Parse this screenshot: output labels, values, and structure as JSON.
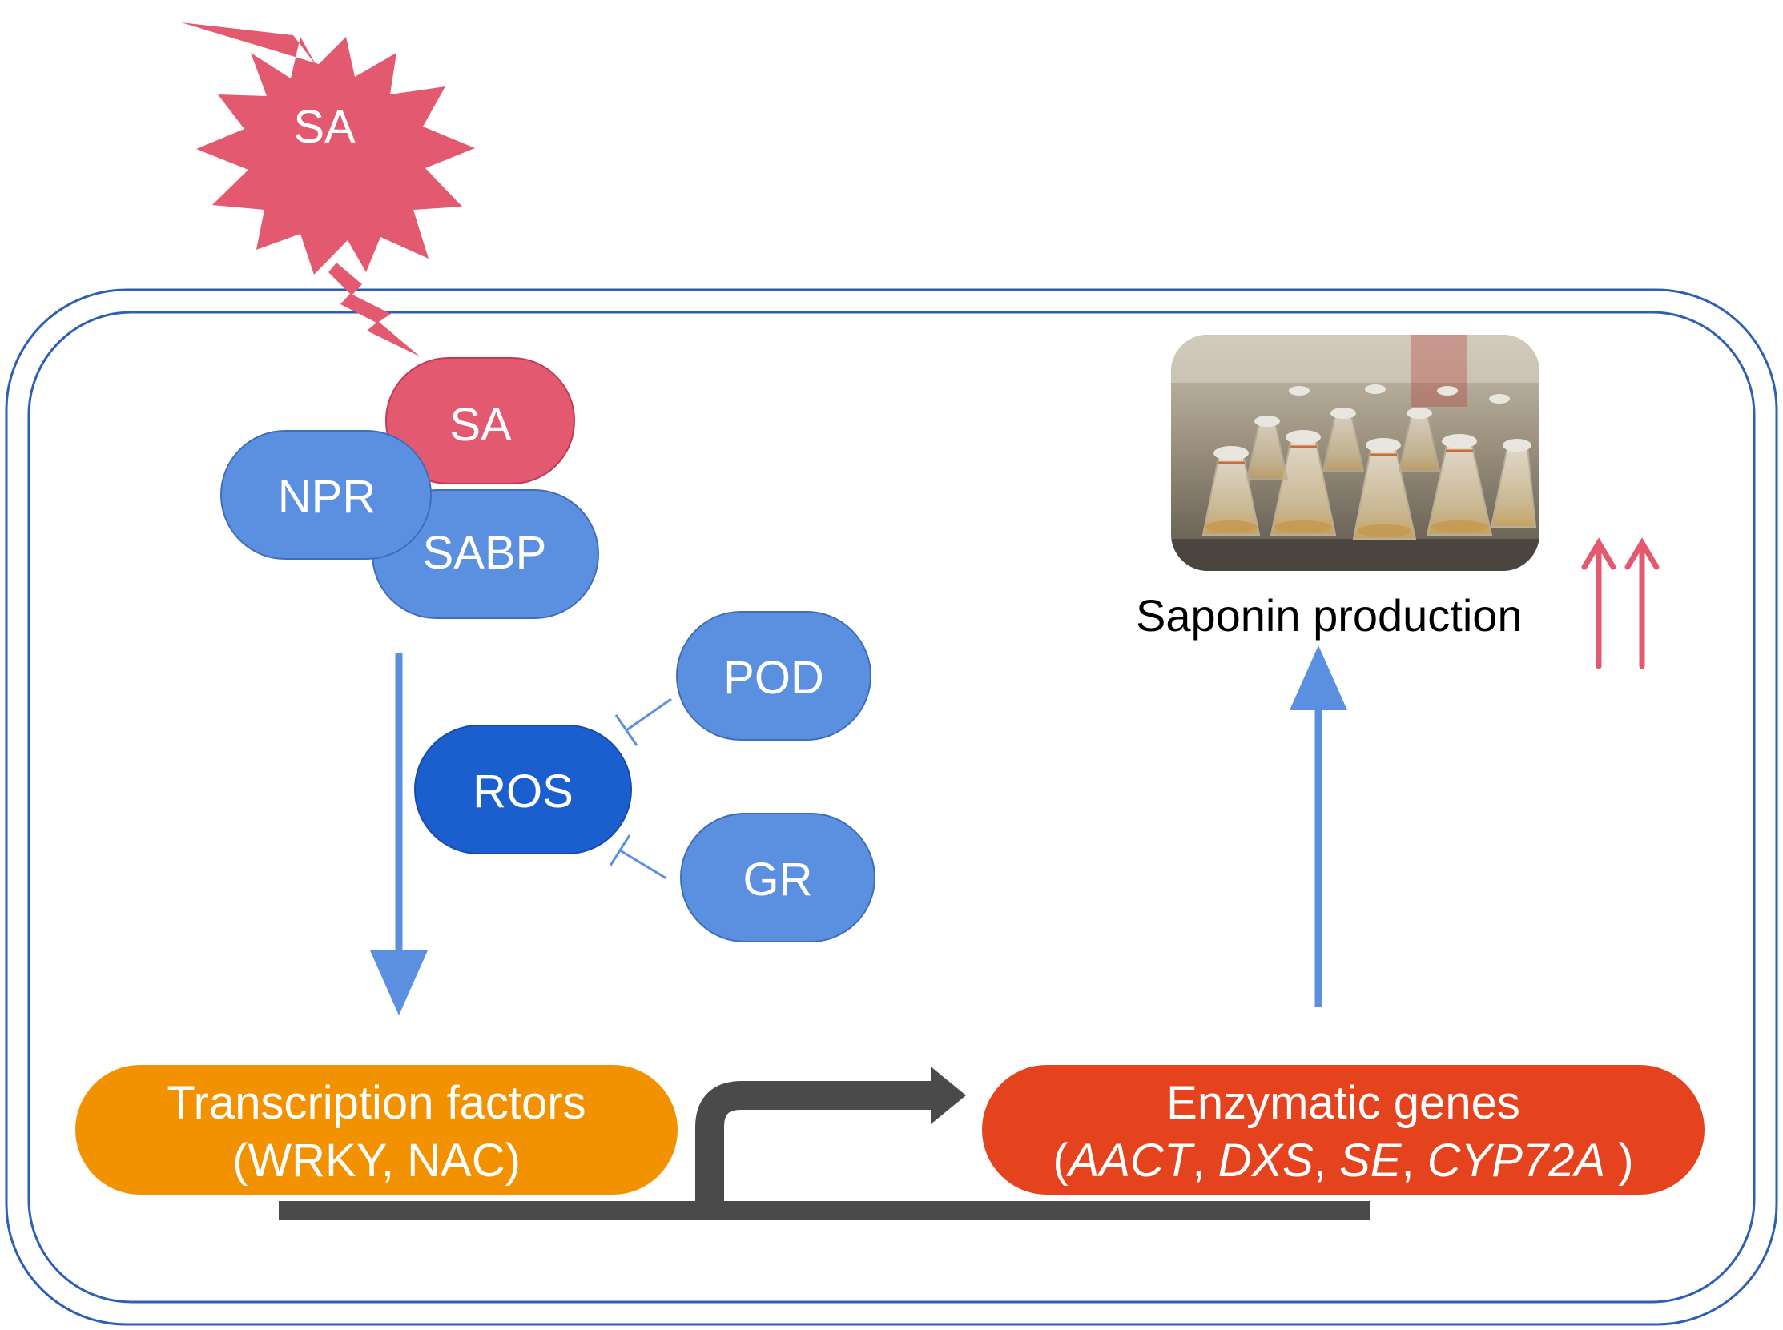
{
  "colors": {
    "membrane": "#2d5fb5",
    "sa_red": "#e35a70",
    "blue_node": "#5b8fdf",
    "ros_blue": "#1b5fcf",
    "orange": "#f39200",
    "red_orange": "#e5421e",
    "gray": "#4a4a4a",
    "arrow_blue": "#5b8fdf",
    "pink_arrow": "#e35a70"
  },
  "nodes": {
    "sa_burst": "SA",
    "sa_bound": "SA",
    "npr": "NPR",
    "sabp": "SABP",
    "pod": "POD",
    "ros": "ROS",
    "gr": "GR"
  },
  "boxes": {
    "transcription_line1": "Transcription factors",
    "transcription_line2": "(WRKY, NAC)",
    "enzymatic_line1": "Enzymatic genes",
    "enzymatic_paren_open": "(",
    "enzymatic_genes": [
      "AACT",
      "DXS",
      "SE",
      "CYP72A"
    ],
    "enzymatic_sep": ", ",
    "enzymatic_paren_close": " )"
  },
  "labels": {
    "saponin": "Saponin production"
  },
  "icons": {
    "photo": "culture-flasks-photo",
    "burst": "starburst-icon",
    "lightning": "lightning-bolt-icon",
    "up_arrows": "double-up-arrow-icon"
  }
}
